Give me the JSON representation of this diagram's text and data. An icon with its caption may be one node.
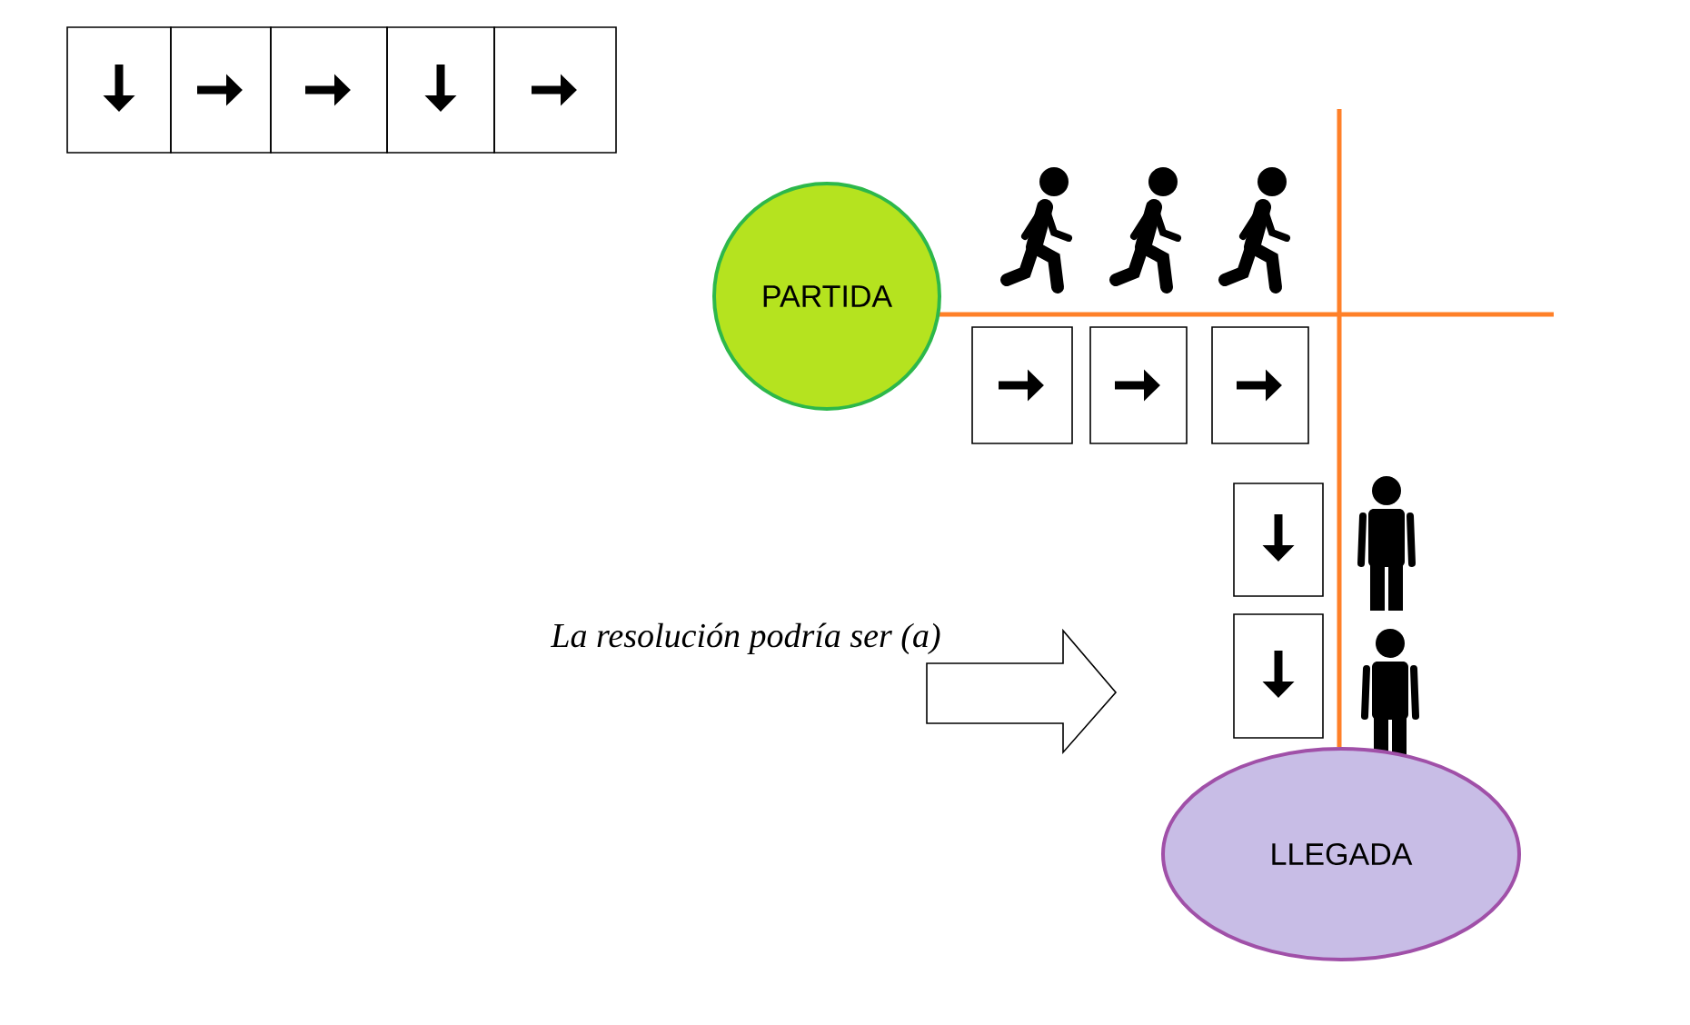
{
  "diagram": {
    "nodes": [
      {
        "text": [
          "PARTIDA"
        ]
      },
      {
        "text": [
          "LLEGADA"
        ]
      }
    ],
    "labels": [
      "La resolución podría ser (a)"
    ]
  }
}
